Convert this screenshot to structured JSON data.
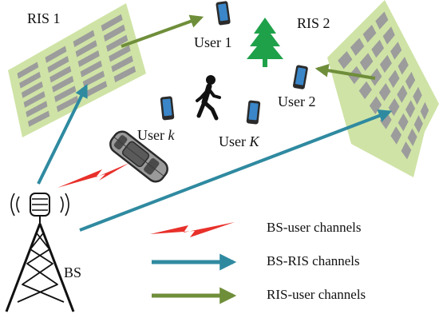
{
  "labels": {
    "ris1": "RIS 1",
    "ris2": "RIS 2",
    "user1": "User 1",
    "user2": "User 2",
    "userk_prefix": "User ",
    "userk_index": "k",
    "userK_prefix": "User ",
    "userK_index": "K",
    "bs": "BS"
  },
  "legend": [
    {
      "kind": "bs-user",
      "label": "BS-user channels"
    },
    {
      "kind": "bs-ris",
      "label": "BS-RIS channels"
    },
    {
      "kind": "ris-user",
      "label": "RIS-user channels"
    }
  ],
  "colors": {
    "ris_panel": "#cfe3a6",
    "ris_element": "#9c9c9c",
    "bs_ris_arrow": "#2f8aa0",
    "ris_user_arrow": "#6f8e3a",
    "bs_user_signal": "#e8302a",
    "tree": "#1fa14a",
    "phone_body": "#2b2b2b",
    "phone_screen": "#3a86c8"
  },
  "icons": [
    "ris-panel-icon",
    "phone-icon",
    "tree-icon",
    "pedestrian-icon",
    "car-icon",
    "base-station-tower-icon"
  ]
}
